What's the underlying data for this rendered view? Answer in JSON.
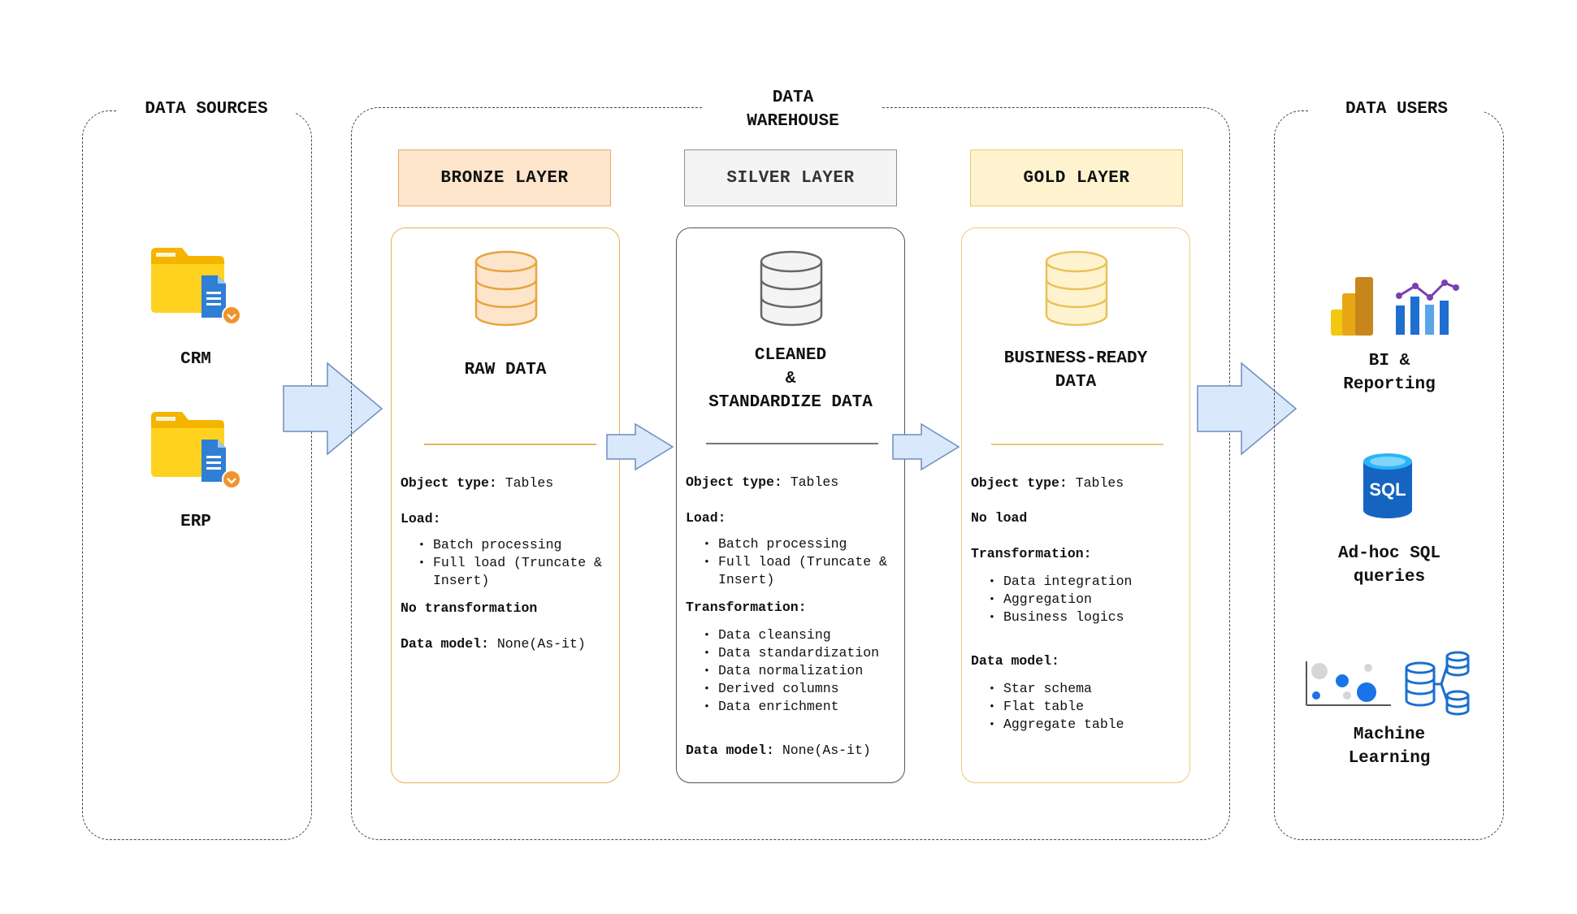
{
  "sources": {
    "title": "DATA SOURCES",
    "items": [
      {
        "label": "CRM",
        "icon": "folder-document-icon"
      },
      {
        "label": "ERP",
        "icon": "folder-document-icon"
      }
    ]
  },
  "warehouse": {
    "title": "DATA\nWAREHOUSE",
    "layers": [
      {
        "header": "BRONZE LAYER",
        "title": "RAW DATA",
        "object_type_label": "Object type:",
        "object_type_value": "Tables",
        "load_label": "Load:",
        "load_items": [
          "Batch processing",
          "Full load (Truncate & Insert)"
        ],
        "transformation_label": "No transformation",
        "data_model_label": "Data model:",
        "data_model_value": "None(As-it)",
        "color": "#e8a33d"
      },
      {
        "header": "SILVER LAYER",
        "title": "CLEANED\n&\nSTANDARDIZE DATA",
        "object_type_label": "Object type:",
        "object_type_value": "Tables",
        "load_label": "Load:",
        "load_items": [
          "Batch processing",
          "Full load (Truncate & Insert)"
        ],
        "transformation_label": "Transformation:",
        "transformation_items": [
          "Data cleansing",
          "Data standardization",
          "Data normalization",
          "Derived columns",
          "Data enrichment"
        ],
        "data_model_label": "Data model:",
        "data_model_value": "None(As-it)",
        "color": "#666666"
      },
      {
        "header": "GOLD LAYER",
        "title": "BUSINESS-READY\nDATA",
        "object_type_label": "Object type:",
        "object_type_value": "Tables",
        "load_label": "No load",
        "transformation_label": "Transformation:",
        "transformation_items": [
          "Data integration",
          "Aggregation",
          "Business logics"
        ],
        "data_model_label": "Data model:",
        "data_model_items": [
          "Star schema",
          "Flat table",
          "Aggregate table"
        ],
        "color": "#e8c25a"
      }
    ]
  },
  "users": {
    "title": "DATA USERS",
    "items": [
      {
        "label": "BI &\nReporting",
        "icon": "bi-reporting-icon"
      },
      {
        "label": "Ad-hoc SQL\nqueries",
        "icon": "sql-database-icon",
        "icon_text": "SQL"
      },
      {
        "label": "Machine\nLearning",
        "icon": "machine-learning-icon"
      }
    ]
  },
  "colors": {
    "arrow_fill": "#dae8fc",
    "arrow_stroke": "#6c8ebf",
    "bronze": "#fde5cc",
    "silver": "#f4f4f4",
    "gold": "#fff3cf"
  }
}
